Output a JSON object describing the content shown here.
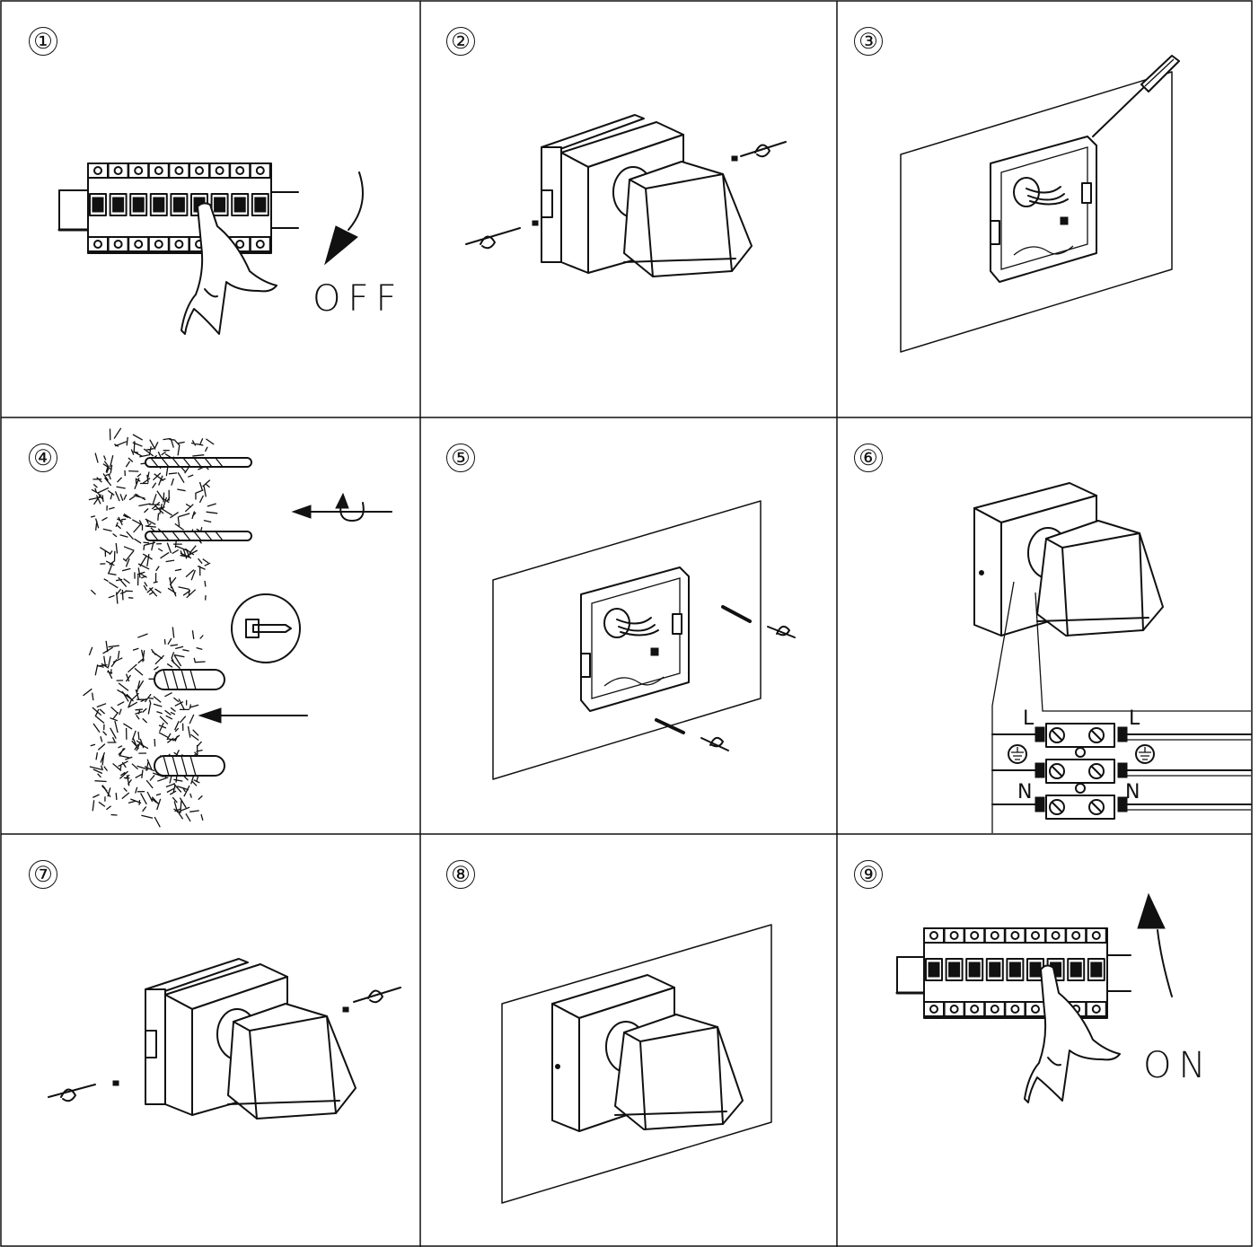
{
  "steps": [
    {
      "number": "①"
    },
    {
      "number": "②"
    },
    {
      "number": "③"
    },
    {
      "number": "④"
    },
    {
      "number": "⑤"
    },
    {
      "number": "⑥"
    },
    {
      "number": "⑦"
    },
    {
      "number": "⑧"
    },
    {
      "number": "⑨"
    }
  ],
  "labels": {
    "off": "OFF",
    "on": "ON",
    "terminal": {
      "left_l": "L",
      "left_n": "N",
      "right_l": "L",
      "right_n": "N"
    }
  },
  "icons": [
    "circuit-breaker-icon",
    "hand-icon",
    "rotate-arrow-icon",
    "screw-icon",
    "lamp-housing-icon",
    "mounting-base-icon",
    "wall-plane-icon",
    "screwdriver-icon",
    "drill-bit-icon",
    "wall-plug-icon",
    "ground-symbol-icon",
    "terminal-block-icon"
  ],
  "colors": {
    "line": "#111111",
    "background": "#ffffff"
  }
}
